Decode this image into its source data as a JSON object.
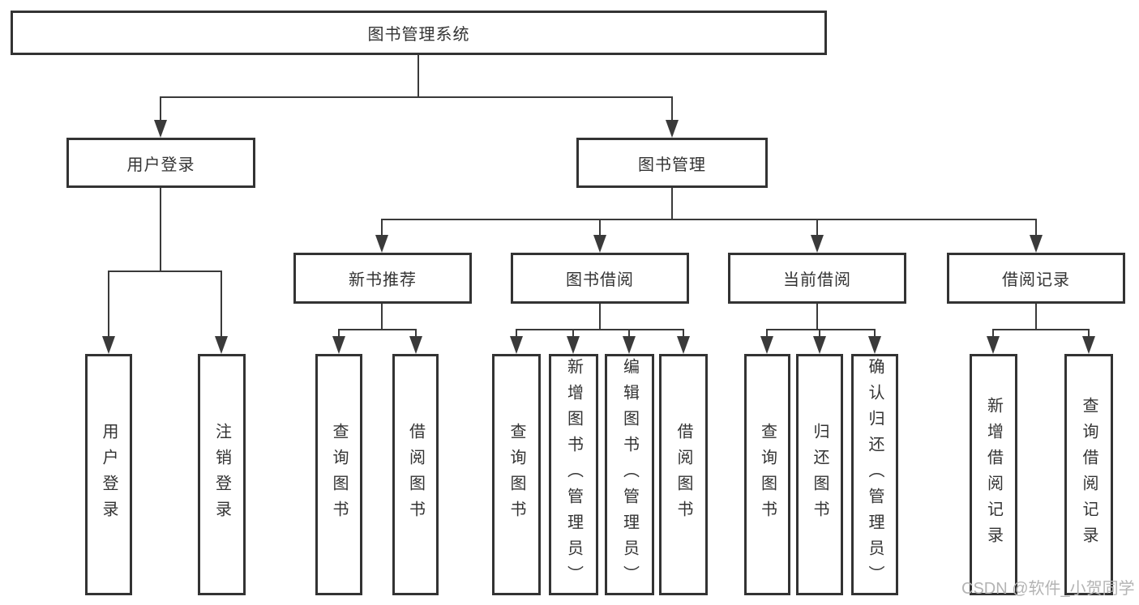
{
  "nodes": {
    "root": {
      "label": "图书管理系统"
    },
    "user_login": {
      "label": "用户登录"
    },
    "book_mgmt": {
      "label": "图书管理"
    },
    "new_book_rec": {
      "label": "新书推荐"
    },
    "book_borrow": {
      "label": "图书借阅"
    },
    "current_borrow": {
      "label": "当前借阅"
    },
    "borrow_records": {
      "label": "借阅记录"
    },
    "leaf_user_login": {
      "label": "用户登录"
    },
    "leaf_logout": {
      "label": "注销登录"
    },
    "leaf_query_book_rec": {
      "label": "查询图书"
    },
    "leaf_borrow_book_rec": {
      "label": "借阅图书"
    },
    "leaf_query_book_borrow": {
      "label": "查询图书"
    },
    "leaf_add_book_admin": {
      "label": "新增图书（管理员）"
    },
    "leaf_edit_book_admin": {
      "label": "编辑图书（管理员）"
    },
    "leaf_borrow_book_borrow": {
      "label": "借阅图书"
    },
    "leaf_query_book_current": {
      "label": "查询图书"
    },
    "leaf_return_book": {
      "label": "归还图书"
    },
    "leaf_confirm_return_admin": {
      "label": "确认归还（管理员）"
    },
    "leaf_add_borrow_record": {
      "label": "新增借阅记录"
    },
    "leaf_query_borrow_record": {
      "label": "查询借阅记录"
    }
  },
  "watermark": {
    "text": "CSDN @软件_小贺同学"
  },
  "colors": {
    "line": "#3a3a3a",
    "box_border": "#333333",
    "text": "#333333",
    "watermark": "#b4b4b4",
    "background": "#ffffff"
  }
}
